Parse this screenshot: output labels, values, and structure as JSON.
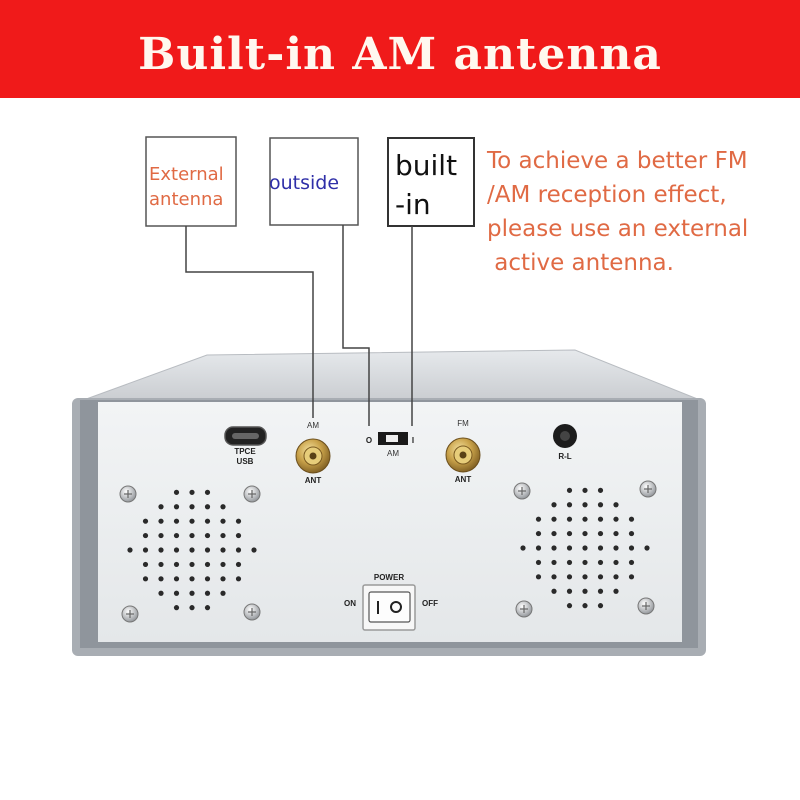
{
  "banner": {
    "title": "Built-in AM antenna",
    "color": "#f01a1a"
  },
  "callouts": {
    "external_line1": "External",
    "external_line2": "antenna",
    "outside": "outside",
    "builtin_line1": "built",
    "builtin_line2": "-in"
  },
  "note": {
    "lines": [
      "To achieve a better FM",
      "/AM reception effect,",
      "please use an external",
      " active antenna."
    ],
    "color": "#e06a44"
  },
  "panel": {
    "usb_line1": "TPCE",
    "usb_line2": "USB",
    "am_label": "AM",
    "am_ant": "ANT",
    "switch_o": "O",
    "switch_i": "I",
    "switch_am": "AM",
    "fm_label": "FM",
    "fm_ant": "ANT",
    "rl_label": "R-L",
    "power_label": "POWER",
    "on_label": "ON",
    "off_label": "OFF"
  }
}
